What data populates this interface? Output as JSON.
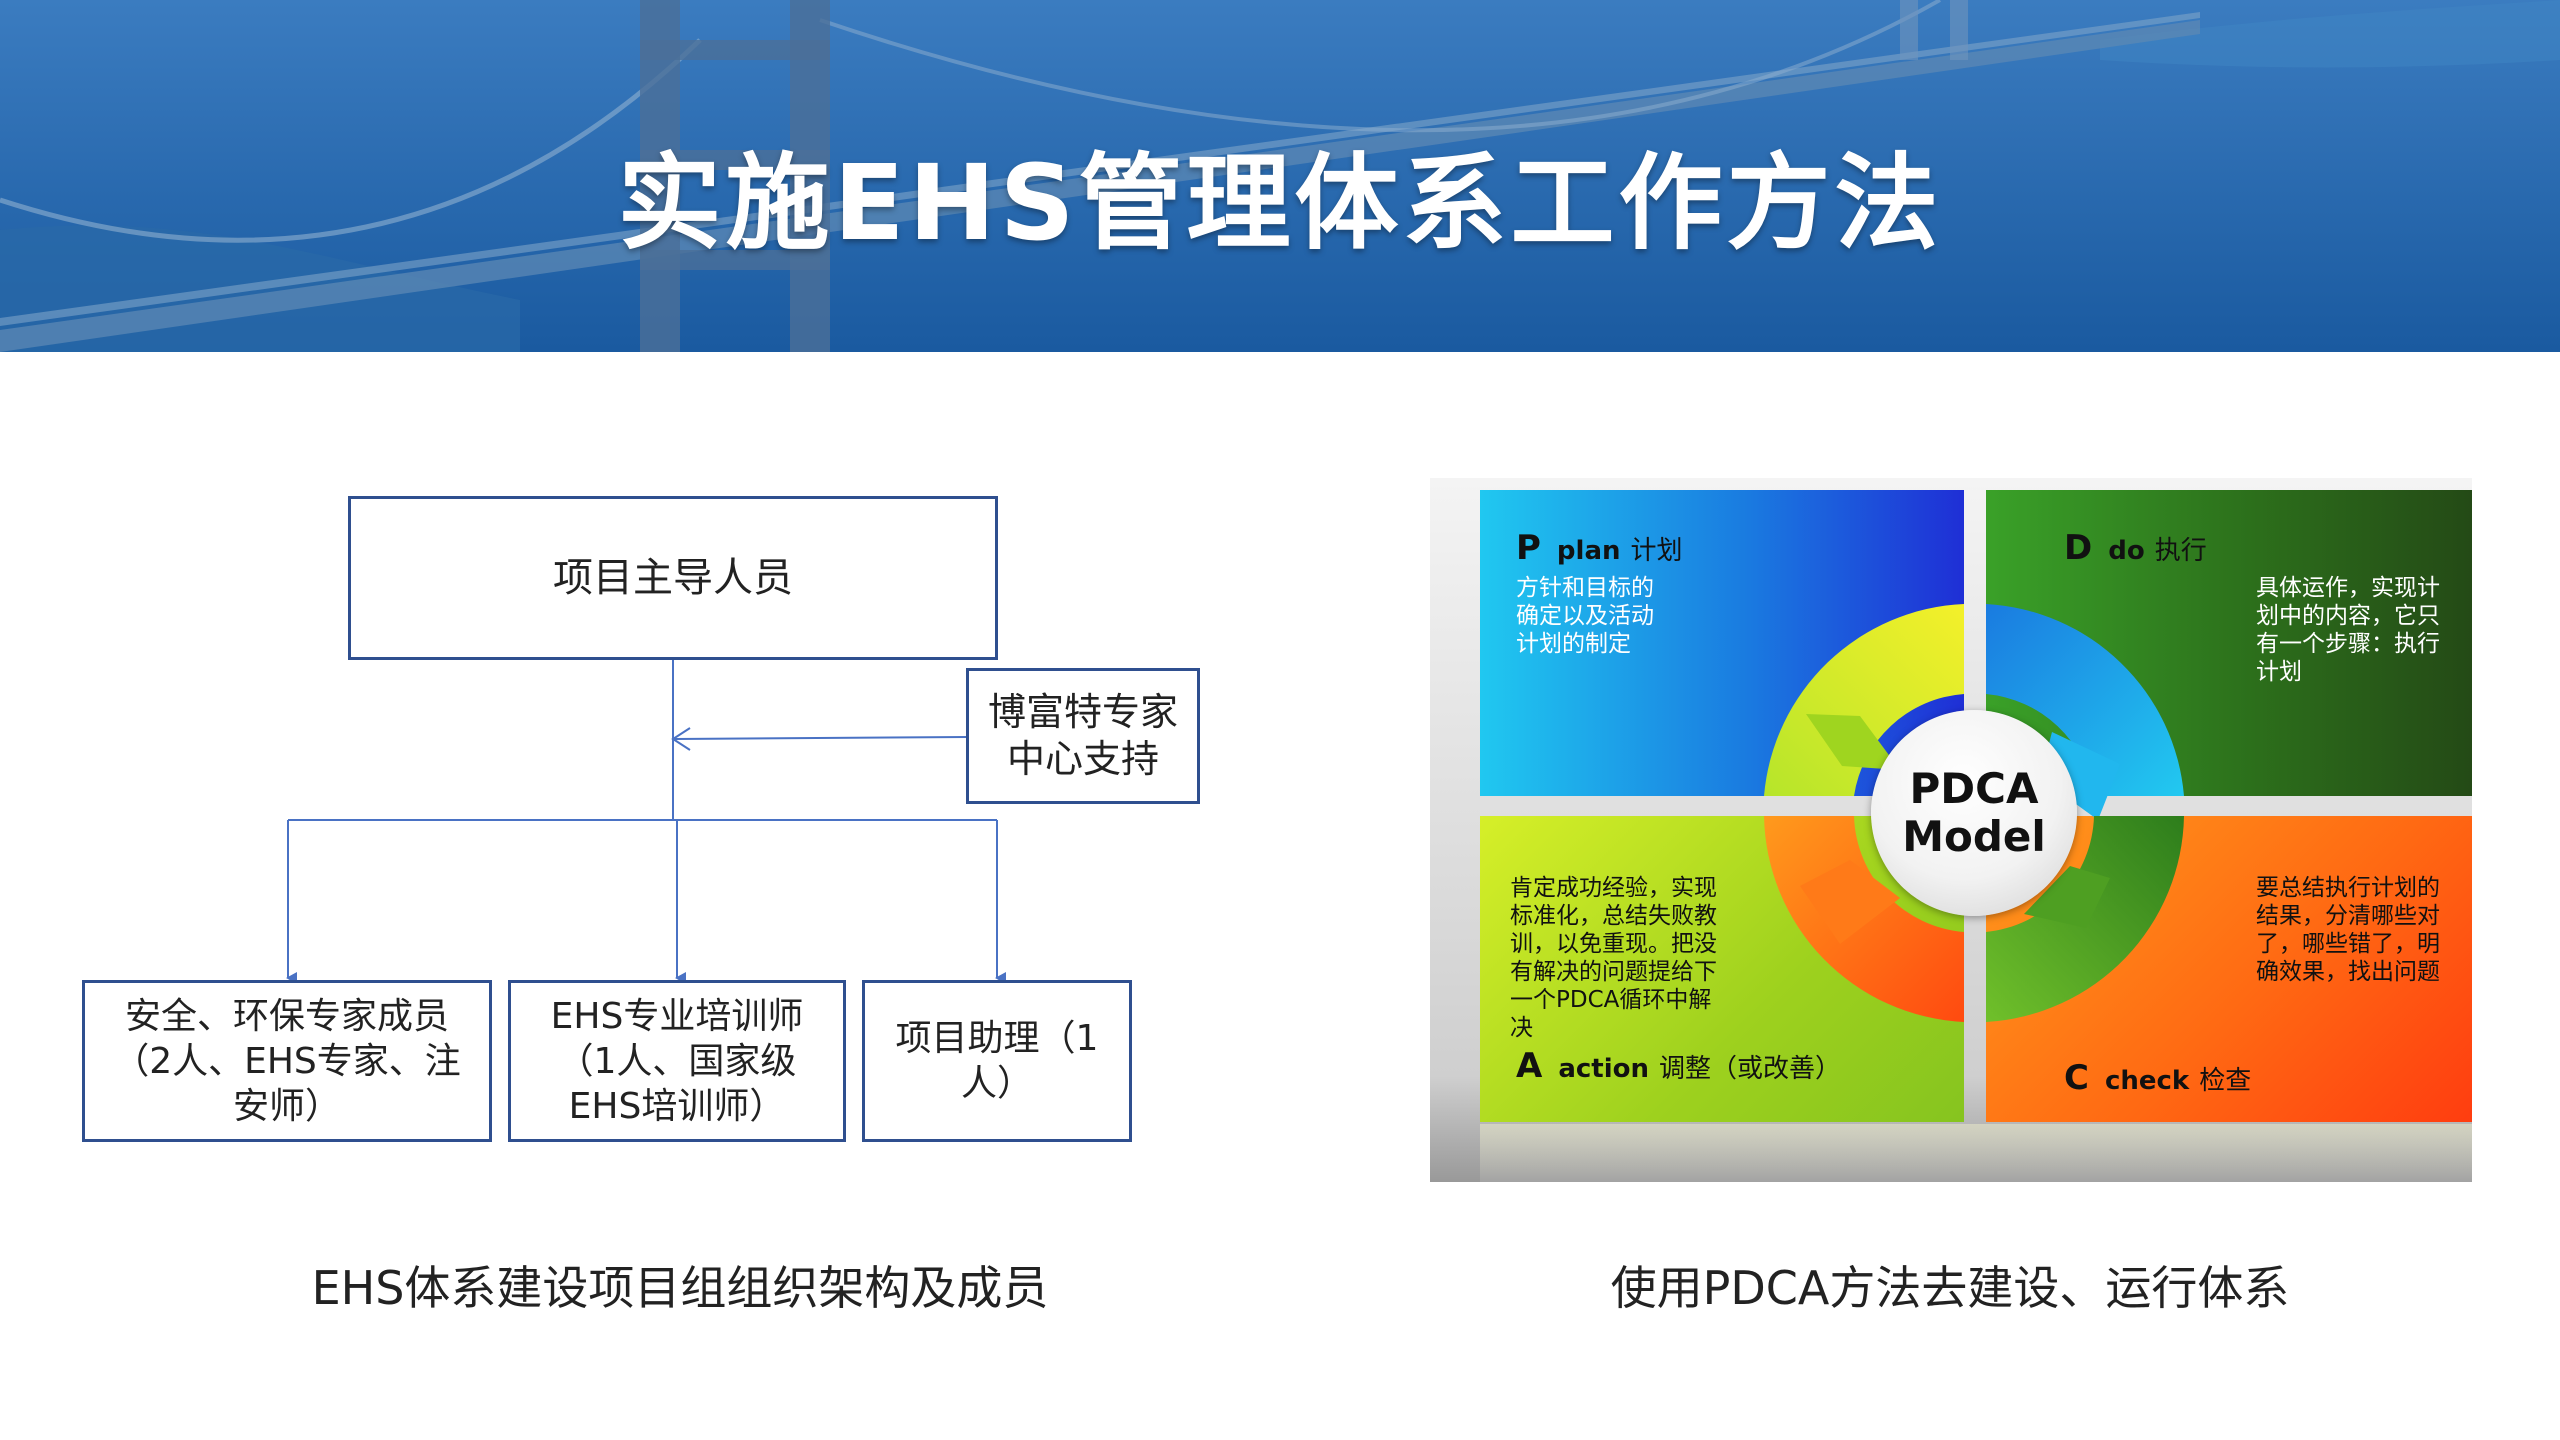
{
  "header": {
    "title": "实施EHS管理体系工作方法"
  },
  "org_chart": {
    "lead": "项目主导人员",
    "support": "博富特专家\n中心支持",
    "members": [
      "安全、环保专家成员\n（2人、EHS专家、注\n安师）",
      "EHS专业培训师\n（1人、国家级\nEHS培训师）",
      "项目助理（1\n人）"
    ],
    "caption": "EHS体系建设项目组组织架构及成员"
  },
  "pdca": {
    "center": {
      "line1": "PDCA",
      "line2": "Model"
    },
    "plan": {
      "letter": "P",
      "en": "plan",
      "zh": "计划",
      "text": "方针和目标的\n确定以及活动\n计划的制定"
    },
    "do": {
      "letter": "D",
      "en": "do",
      "zh": "执行",
      "text": "具体运作，实现计\n划中的内容，它只\n有一个步骤：执行\n计划"
    },
    "action": {
      "letter": "A",
      "en": "action",
      "zh": "调整（或改善）",
      "text": "肯定成功经验，实现\n标准化，总结失败教\n训，以免重现。把没\n有解决的问题提给下\n一个PDCA循环中解\n决"
    },
    "check": {
      "letter": "C",
      "en": "check",
      "zh": "检查",
      "text": "要总结执行计划的\n结果，分清哪些对\n了，哪些错了，明\n确效果，找出问题"
    },
    "caption": "使用PDCA方法去建设、运行体系"
  },
  "colors": {
    "banner": "#1a5aa0",
    "box_border": "#2f4f8f",
    "connector": "#4a72c4"
  }
}
